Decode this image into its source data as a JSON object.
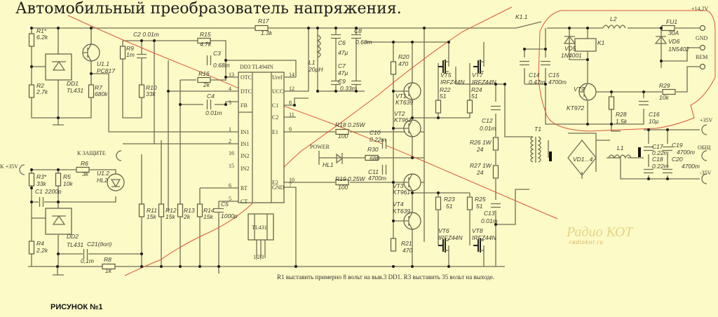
{
  "title": "Автомобильный преобразователь напряжения.",
  "figure_caption": "РИСУНОК №1",
  "note": "R1 выставить примерно 8 вольт на выв.3 DD1.  R3 выставить 35 вольт на выходе.",
  "watermark": {
    "logo": "Радио КОТ",
    "site": "radiokot.ru"
  },
  "colors": {
    "background": "#fcfac6",
    "wire": "#6e6e56",
    "markup": "#d9553a"
  },
  "terminals": {
    "p14v": "+14,2V",
    "gnd": "GND",
    "rem": "REM",
    "p35v": "+35V",
    "common": "ОБЩ",
    "m35v": "-35V",
    "in35v": "K +35V",
    "protect": "К ЗАЩИТЕ",
    "power": "POWER"
  },
  "ic": {
    "dd3": "DD3  TL494IN",
    "pins_left": [
      {
        "num": "13",
        "name": "OTC"
      },
      {
        "num": "4",
        "name": "DTC"
      },
      {
        "num": "3",
        "name": "FB"
      },
      {
        "num": "1",
        "name": "IN1"
      },
      {
        "num": "2",
        "name": "IN1"
      },
      {
        "num": "16",
        "name": "IN2"
      },
      {
        "num": "15",
        "name": "IN2"
      },
      {
        "num": "6",
        "name": "RT"
      },
      {
        "num": "5",
        "name": "CT"
      }
    ],
    "pins_right": [
      {
        "num": "14",
        "name": "Uref"
      },
      {
        "num": "12",
        "name": "UCC"
      },
      {
        "num": "8",
        "name": "C1"
      },
      {
        "num": "11",
        "name": "C2"
      },
      {
        "num": "9",
        "name": "E1"
      },
      {
        "num": "10",
        "name": "E2"
      },
      {
        "num": "7",
        "name": "GND"
      }
    ],
    "tl431_pkg": "TL431",
    "tl431_pins": "1|2|3"
  },
  "parts": {
    "r1": [
      "R1*",
      "6.2k"
    ],
    "r2": [
      "R2",
      "2.7k"
    ],
    "dd1": [
      "DD1",
      "TL431"
    ],
    "u11": [
      "U1.1",
      "PC817"
    ],
    "r7": [
      "R7",
      "680k"
    ],
    "r9": [
      "R9",
      "1m"
    ],
    "c2": [
      "C2  0.01m",
      ""
    ],
    "r10": [
      "R10",
      "33k"
    ],
    "r15": [
      "R15",
      "4.7k"
    ],
    "c3": [
      "C3",
      "0.68m"
    ],
    "r16": [
      "R16",
      "2k"
    ],
    "c4": [
      "C4",
      "0.01m"
    ],
    "r17": [
      "R17",
      "1.3k"
    ],
    "l1a": [
      "L1",
      "20µH"
    ],
    "c6": [
      "C6",
      "47µ"
    ],
    "c7": [
      "C7",
      "47µ"
    ],
    "c8": [
      "C8",
      "0.68m"
    ],
    "c9": [
      "C9",
      "0.33m"
    ],
    "k11": [
      "K1.1",
      ""
    ],
    "l2": [
      "L2",
      ""
    ],
    "fu1": [
      "FU1",
      "30A"
    ],
    "vd6": [
      "VD6",
      "1N5402"
    ],
    "vd5": [
      "VD5",
      "1N4001"
    ],
    "k1": [
      "K1",
      ""
    ],
    "vt9": [
      "VT9",
      "KT972"
    ],
    "r28": [
      "R28",
      "1.5k"
    ],
    "c16": [
      "C16",
      "10µ"
    ],
    "r29": [
      "R29",
      "10k"
    ],
    "c14": [
      "C14",
      "0.47m"
    ],
    "c15": [
      "C15",
      "4700m"
    ],
    "vt5": [
      "VT5",
      "IRFZ44N"
    ],
    "vt7": [
      "VT7",
      "IRFZ44N"
    ],
    "r22": [
      "R22",
      "51"
    ],
    "r24": [
      "R24",
      "51"
    ],
    "r20": [
      "R20",
      "470"
    ],
    "vt1": [
      "VT1",
      "KT639"
    ],
    "vt2": [
      "VT2",
      "KT961"
    ],
    "c10": [
      "C10",
      "0.22m"
    ],
    "r30": [
      "R30",
      "680"
    ],
    "c11": [
      "C11",
      "4700m"
    ],
    "hl1": [
      "HL1",
      ""
    ],
    "r18": [
      "R18 0.25W",
      "100"
    ],
    "r19": [
      "R19 0.25W",
      "100"
    ],
    "c12": [
      "C12",
      "0.01m"
    ],
    "r26": [
      "R26 1W",
      "24"
    ],
    "r27": [
      "R27 1W",
      "24"
    ],
    "t1": [
      "T1",
      ""
    ],
    "vd14": [
      "VD1...4",
      ""
    ],
    "l1b": [
      "L1",
      ""
    ],
    "c17": [
      "C17",
      "0.22m"
    ],
    "c19": [
      "C19",
      "4700m"
    ],
    "c18": [
      "C18",
      "0.22m"
    ],
    "c20": [
      "C20",
      "4700m"
    ],
    "vt3": [
      "VT3",
      "KT961"
    ],
    "vt4": [
      "VT4",
      "KT639"
    ],
    "r23": [
      "R23",
      "51"
    ],
    "r25": [
      "R25",
      "51"
    ],
    "c13": [
      "C13",
      "0.01m"
    ],
    "vt6": [
      "VT6",
      "IRFZ44N"
    ],
    "vt8": [
      "VT8",
      "IRFZ44N"
    ],
    "r21": [
      "R21",
      "470"
    ],
    "r6": [
      "R6",
      "3k"
    ],
    "u12": [
      "U1.2",
      "HL2"
    ],
    "r3": [
      "R3*",
      "33k"
    ],
    "r5": [
      "R5",
      "10k"
    ],
    "c1": [
      "C1",
      "2200p"
    ],
    "dd2": [
      "DD2",
      "TL431"
    ],
    "r4": [
      "R4",
      "2.2k"
    ],
    "c21": [
      "C21(доп)",
      "0,1m"
    ],
    "r8": [
      "R8",
      "1k"
    ],
    "r11": [
      "R11",
      "15k"
    ],
    "r12": [
      "R12",
      "15k"
    ],
    "r13": [
      "R13",
      "2k"
    ],
    "r14": [
      "R14",
      "15k"
    ],
    "c5": [
      "C5",
      "1000p"
    ]
  }
}
